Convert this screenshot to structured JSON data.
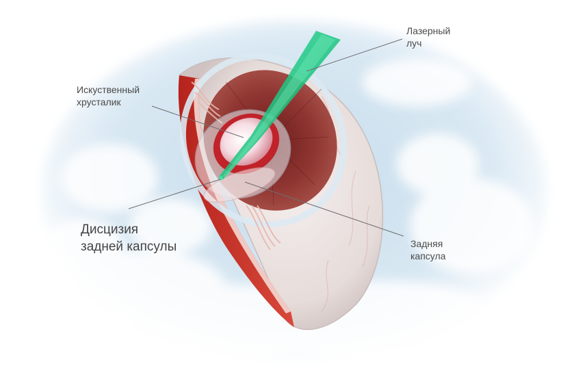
{
  "labels": {
    "laser_beam": "Лазерный\nлуч",
    "artificial_lens": "Искуственный\nхрусталик",
    "discission": "Дисцизия\nзадней капсулы",
    "posterior_capsule": "Задняя\nкапсула"
  },
  "colors": {
    "sky": "#cfe3f1",
    "cloud": "#ffffff",
    "sclera": "#ece4e2",
    "iris": "#8b2c2a",
    "lens": "#f3d6dc",
    "laser": "#1fc98a",
    "leader_line": "#6e6e6e"
  }
}
